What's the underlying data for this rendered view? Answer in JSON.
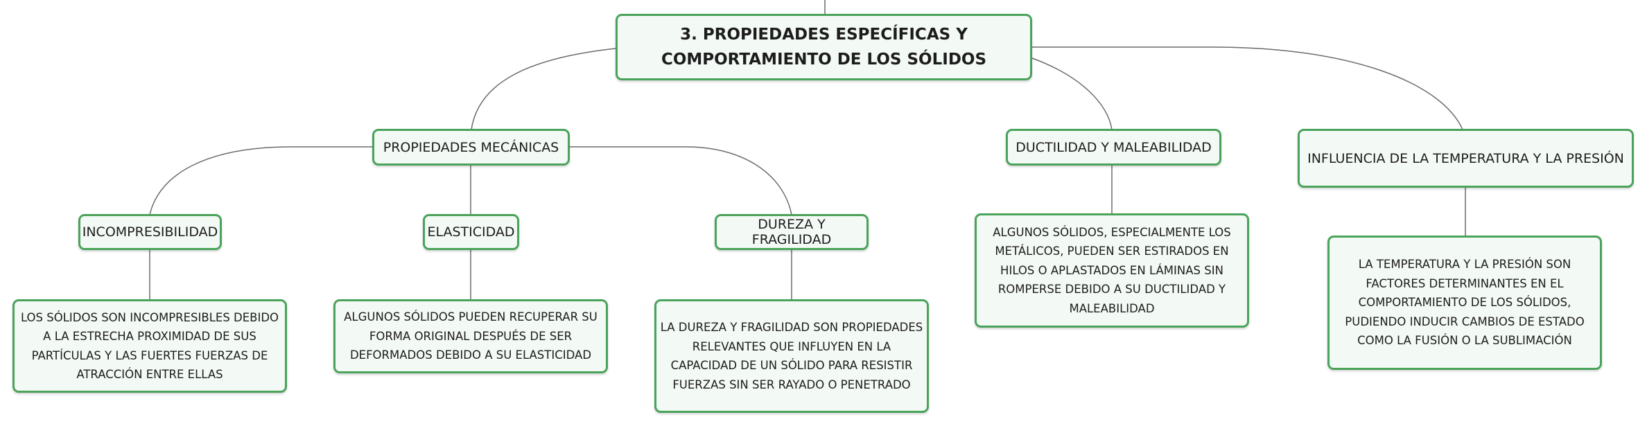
{
  "root": {
    "title_line1": "3. PROPIEDADES ESPECÍFICAS Y",
    "title_line2": "COMPORTAMIENTO DE LOS SÓLIDOS"
  },
  "branches": {
    "mecanicas": "PROPIEDADES MECÁNICAS",
    "ductilidad": "DUCTILIDAD Y MALEABILIDAD",
    "temperatura": "INFLUENCIA DE LA TEMPERATURA Y LA PRESIÓN"
  },
  "sub_branches": {
    "incompresibilidad": "INCOMPRESIBILIDAD",
    "elasticidad": "ELASTICIDAD",
    "dureza": "DUREZA Y FRAGILIDAD"
  },
  "descriptions": {
    "incompresibilidad": [
      "LOS SÓLIDOS SON INCOMPRESIBLES DEBIDO",
      "A LA ESTRECHA PROXIMIDAD DE SUS",
      "PARTÍCULAS Y LAS FUERTES FUERZAS DE",
      "ATRACCIÓN ENTRE ELLAS"
    ],
    "elasticidad": [
      "ALGUNOS SÓLIDOS PUEDEN RECUPERAR SU",
      "FORMA ORIGINAL DESPUÉS DE SER",
      "DEFORMADOS DEBIDO A SU ELASTICIDAD"
    ],
    "dureza": [
      "LA DUREZA Y FRAGILIDAD SON PROPIEDADES",
      "RELEVANTES QUE INFLUYEN EN LA",
      "CAPACIDAD DE UN SÓLIDO PARA RESISTIR",
      "FUERZAS SIN SER RAYADO O PENETRADO"
    ],
    "ductilidad": [
      "ALGUNOS SÓLIDOS, ESPECIALMENTE LOS",
      "METÁLICOS, PUEDEN SER ESTIRADOS EN",
      "HILOS O APLASTADOS EN LÁMINAS SIN",
      "ROMPERSE DEBIDO A SU DUCTILIDAD Y",
      "MALEABILIDAD"
    ],
    "temperatura": [
      "LA TEMPERATURA Y LA PRESIÓN SON",
      "FACTORES DETERMINANTES EN EL",
      "COMPORTAMIENTO DE LOS SÓLIDOS,",
      "PUDIENDO INDUCIR CAMBIOS DE ESTADO",
      "COMO LA FUSIÓN O LA SUBLIMACIÓN"
    ]
  },
  "colors": {
    "node_border": "#4aa35a",
    "node_fill": "#f3f9f4",
    "connector": "#6b6b6b",
    "text": "#1c1c1c"
  }
}
